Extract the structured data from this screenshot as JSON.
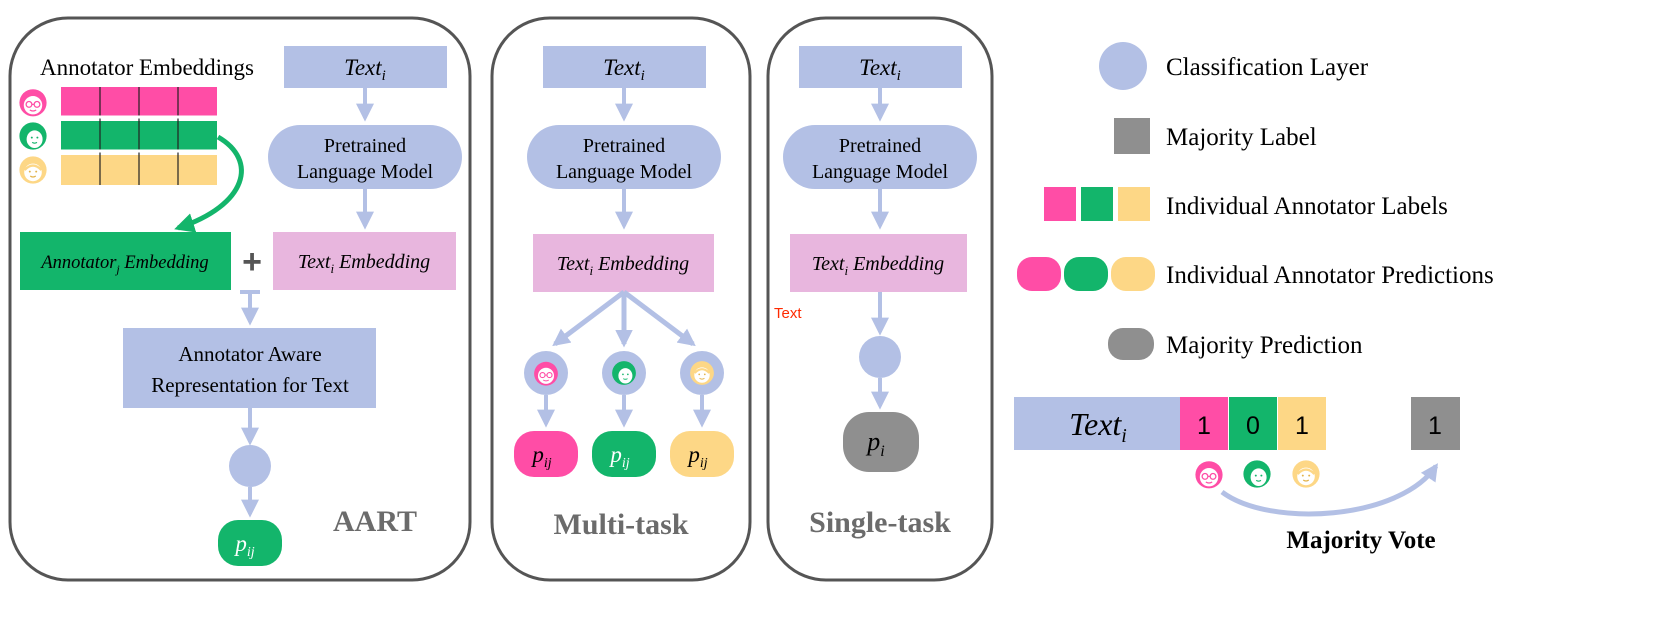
{
  "colors": {
    "blue": "#b3c0e5",
    "pink": "#ff4da6",
    "green": "#13b56b",
    "yellow": "#fdd786",
    "lavender": "#e8b6de",
    "gray": "#8f8f8f",
    "title_gray": "#6b6b6b",
    "red_text": "#ff2a00",
    "panel_border": "#555555"
  },
  "text_sub_i": "i",
  "text_base": "Text",
  "p_base": "p",
  "p_sub_ij": "ij",
  "p_sub_i": "i",
  "plm_line1": "Pretrained",
  "plm_line2": "Language Model",
  "embedding_word": "Embedding",
  "aart": {
    "title": "AART",
    "annotator_embeddings_label": "Annotator Embeddings",
    "annotator_word": "Annotator",
    "annotator_sub": "j",
    "plus": "+",
    "aware_line1": "Annotator Aware",
    "aware_line2": "Representation for Text"
  },
  "multitask": {
    "title": "Multi-task"
  },
  "singletask": {
    "title": "Single-task",
    "stray_label": "Text"
  },
  "legend": {
    "classification_layer": "Classification Layer",
    "majority_label": "Majority Label",
    "individual_labels": "Individual Annotator Labels",
    "individual_predictions": "Individual Annotator Predictions",
    "majority_prediction": "Majority Prediction"
  },
  "example": {
    "labels": [
      "1",
      "0",
      "1"
    ],
    "majority": "1",
    "vote_caption": "Majority Vote"
  }
}
